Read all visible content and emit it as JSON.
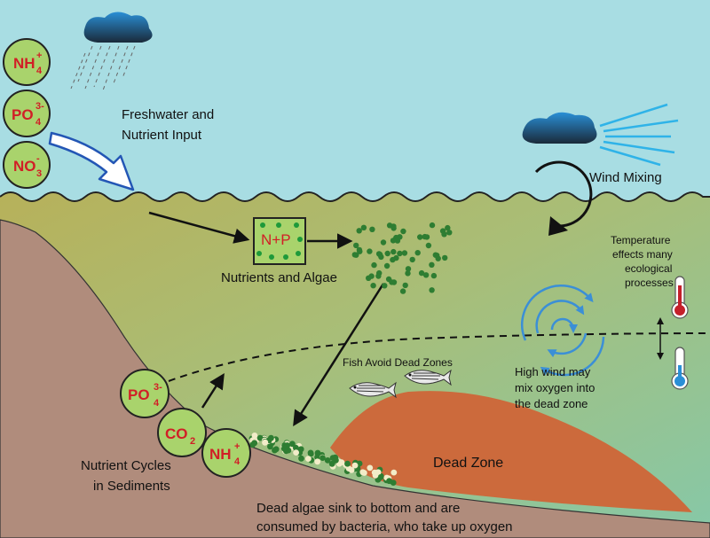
{
  "labels": {
    "freshwater_line1": "Freshwater and",
    "freshwater_line2": "Nutrient Input",
    "wind_mixing": "Wind Mixing",
    "np_box": "N+P",
    "nutrients_algae": "Nutrients and Algae",
    "temperature_line1": "Temperature",
    "temperature_line2": "effects many",
    "temperature_line3": "ecological",
    "temperature_line4": "processes",
    "fish_avoid": "Fish Avoid Dead Zones",
    "high_wind_line1": "High wind may",
    "high_wind_line2": "mix oxygen into",
    "high_wind_line3": "the dead zone",
    "dead_zone": "Dead Zone",
    "nutrient_cycles_line1": "Nutrient Cycles",
    "nutrient_cycles_line2": "in Sediments",
    "dead_algae_line1": "Dead algae sink to bottom and are",
    "dead_algae_line2": "consumed by bacteria, who take up oxygen"
  },
  "input_nutrients": [
    {
      "base": "NH",
      "sub": "4",
      "sup": "+"
    },
    {
      "base": "PO",
      "sub": "4",
      "sup": "3-"
    },
    {
      "base": "NO",
      "sub": "3",
      "sup": "-"
    }
  ],
  "sediment_nutrients": [
    {
      "base": "PO",
      "sub": "4",
      "sup": "3-"
    },
    {
      "base": "CO",
      "sub": "2",
      "sup": ""
    },
    {
      "base": "NH",
      "sub": "4",
      "sup": "+"
    }
  ],
  "icons": [
    "rain-cloud-icon",
    "wind-cloud-icon",
    "circular-arrow-icon",
    "swirl-icon",
    "thermometer-warm-icon",
    "thermometer-cold-icon",
    "fish-icon"
  ],
  "colors": {
    "sky": "#a8dde3",
    "water_top": "#b7b15a",
    "water_bottom": "#8cc6a4",
    "sediment": "#b08c7c",
    "dead_zone": "#cc6a3c",
    "algae": "#2e7d32",
    "nutrient_circle": "#a9d36c",
    "nutrient_text": "#d11f26",
    "swirl": "#3b8fd6"
  }
}
